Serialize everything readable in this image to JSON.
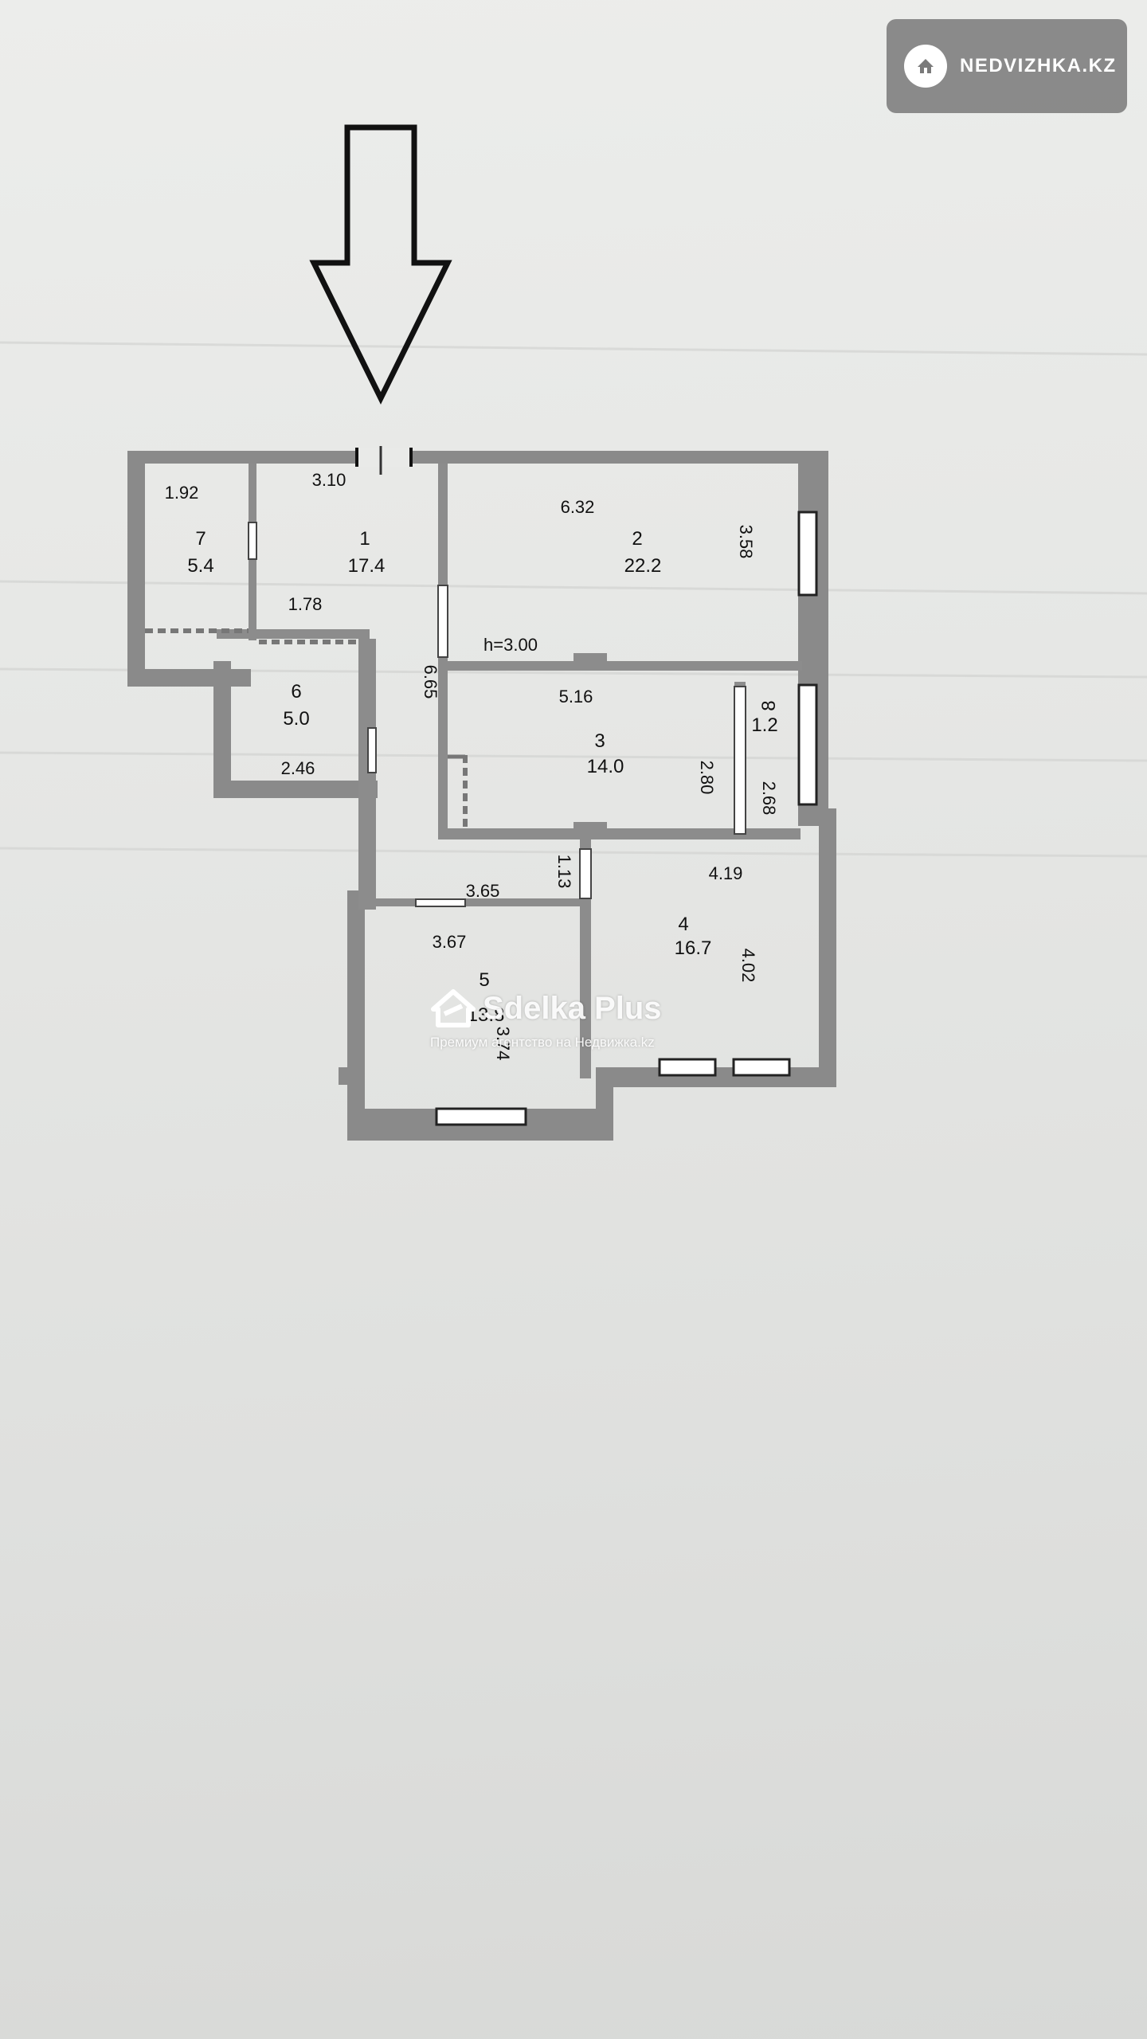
{
  "badge": {
    "text": "NEDVIZHKA.KZ",
    "icon": "house-icon"
  },
  "watermark": {
    "title": "Sdelka Plus",
    "subtitle": "Премиум агентство на Недвижка.kz",
    "icon": "house-logo-icon"
  },
  "plan": {
    "room_labels": [
      {
        "id": "r7",
        "number": "7",
        "area": "5.4"
      },
      {
        "id": "r1",
        "number": "1",
        "area": "17.4"
      },
      {
        "id": "r2",
        "number": "2",
        "area": "22.2"
      },
      {
        "id": "r6",
        "number": "6",
        "area": "5.0"
      },
      {
        "id": "r3",
        "number": "3",
        "area": "14.0"
      },
      {
        "id": "r8",
        "number": "8",
        "area": "1.2"
      },
      {
        "id": "r4",
        "number": "4",
        "area": "16.7"
      },
      {
        "id": "r5",
        "number": "5",
        "area": "13.8"
      }
    ],
    "dimensions": [
      {
        "id": "d1",
        "text": "1.92"
      },
      {
        "id": "d2",
        "text": "3.10"
      },
      {
        "id": "d3",
        "text": "6.32"
      },
      {
        "id": "d4",
        "text": "3.58"
      },
      {
        "id": "d5",
        "text": "1.78"
      },
      {
        "id": "d6",
        "text": "6.65"
      },
      {
        "id": "d7",
        "text": "5.16"
      },
      {
        "id": "d8",
        "text": "2.46"
      },
      {
        "id": "d9",
        "text": "2.80"
      },
      {
        "id": "d10",
        "text": "2.68"
      },
      {
        "id": "d11",
        "text": "3.65"
      },
      {
        "id": "d12",
        "text": "1.13"
      },
      {
        "id": "d13",
        "text": "4.19"
      },
      {
        "id": "d14",
        "text": "3.67"
      },
      {
        "id": "d15",
        "text": "4.02"
      },
      {
        "id": "d16",
        "text": "3.74"
      }
    ],
    "ceiling_height": "h=3.00"
  },
  "colors": {
    "wall": "#8a8a8a",
    "wall_dark": "#7c7c7c",
    "ink": "#111111",
    "background": "#e6e7e5"
  }
}
